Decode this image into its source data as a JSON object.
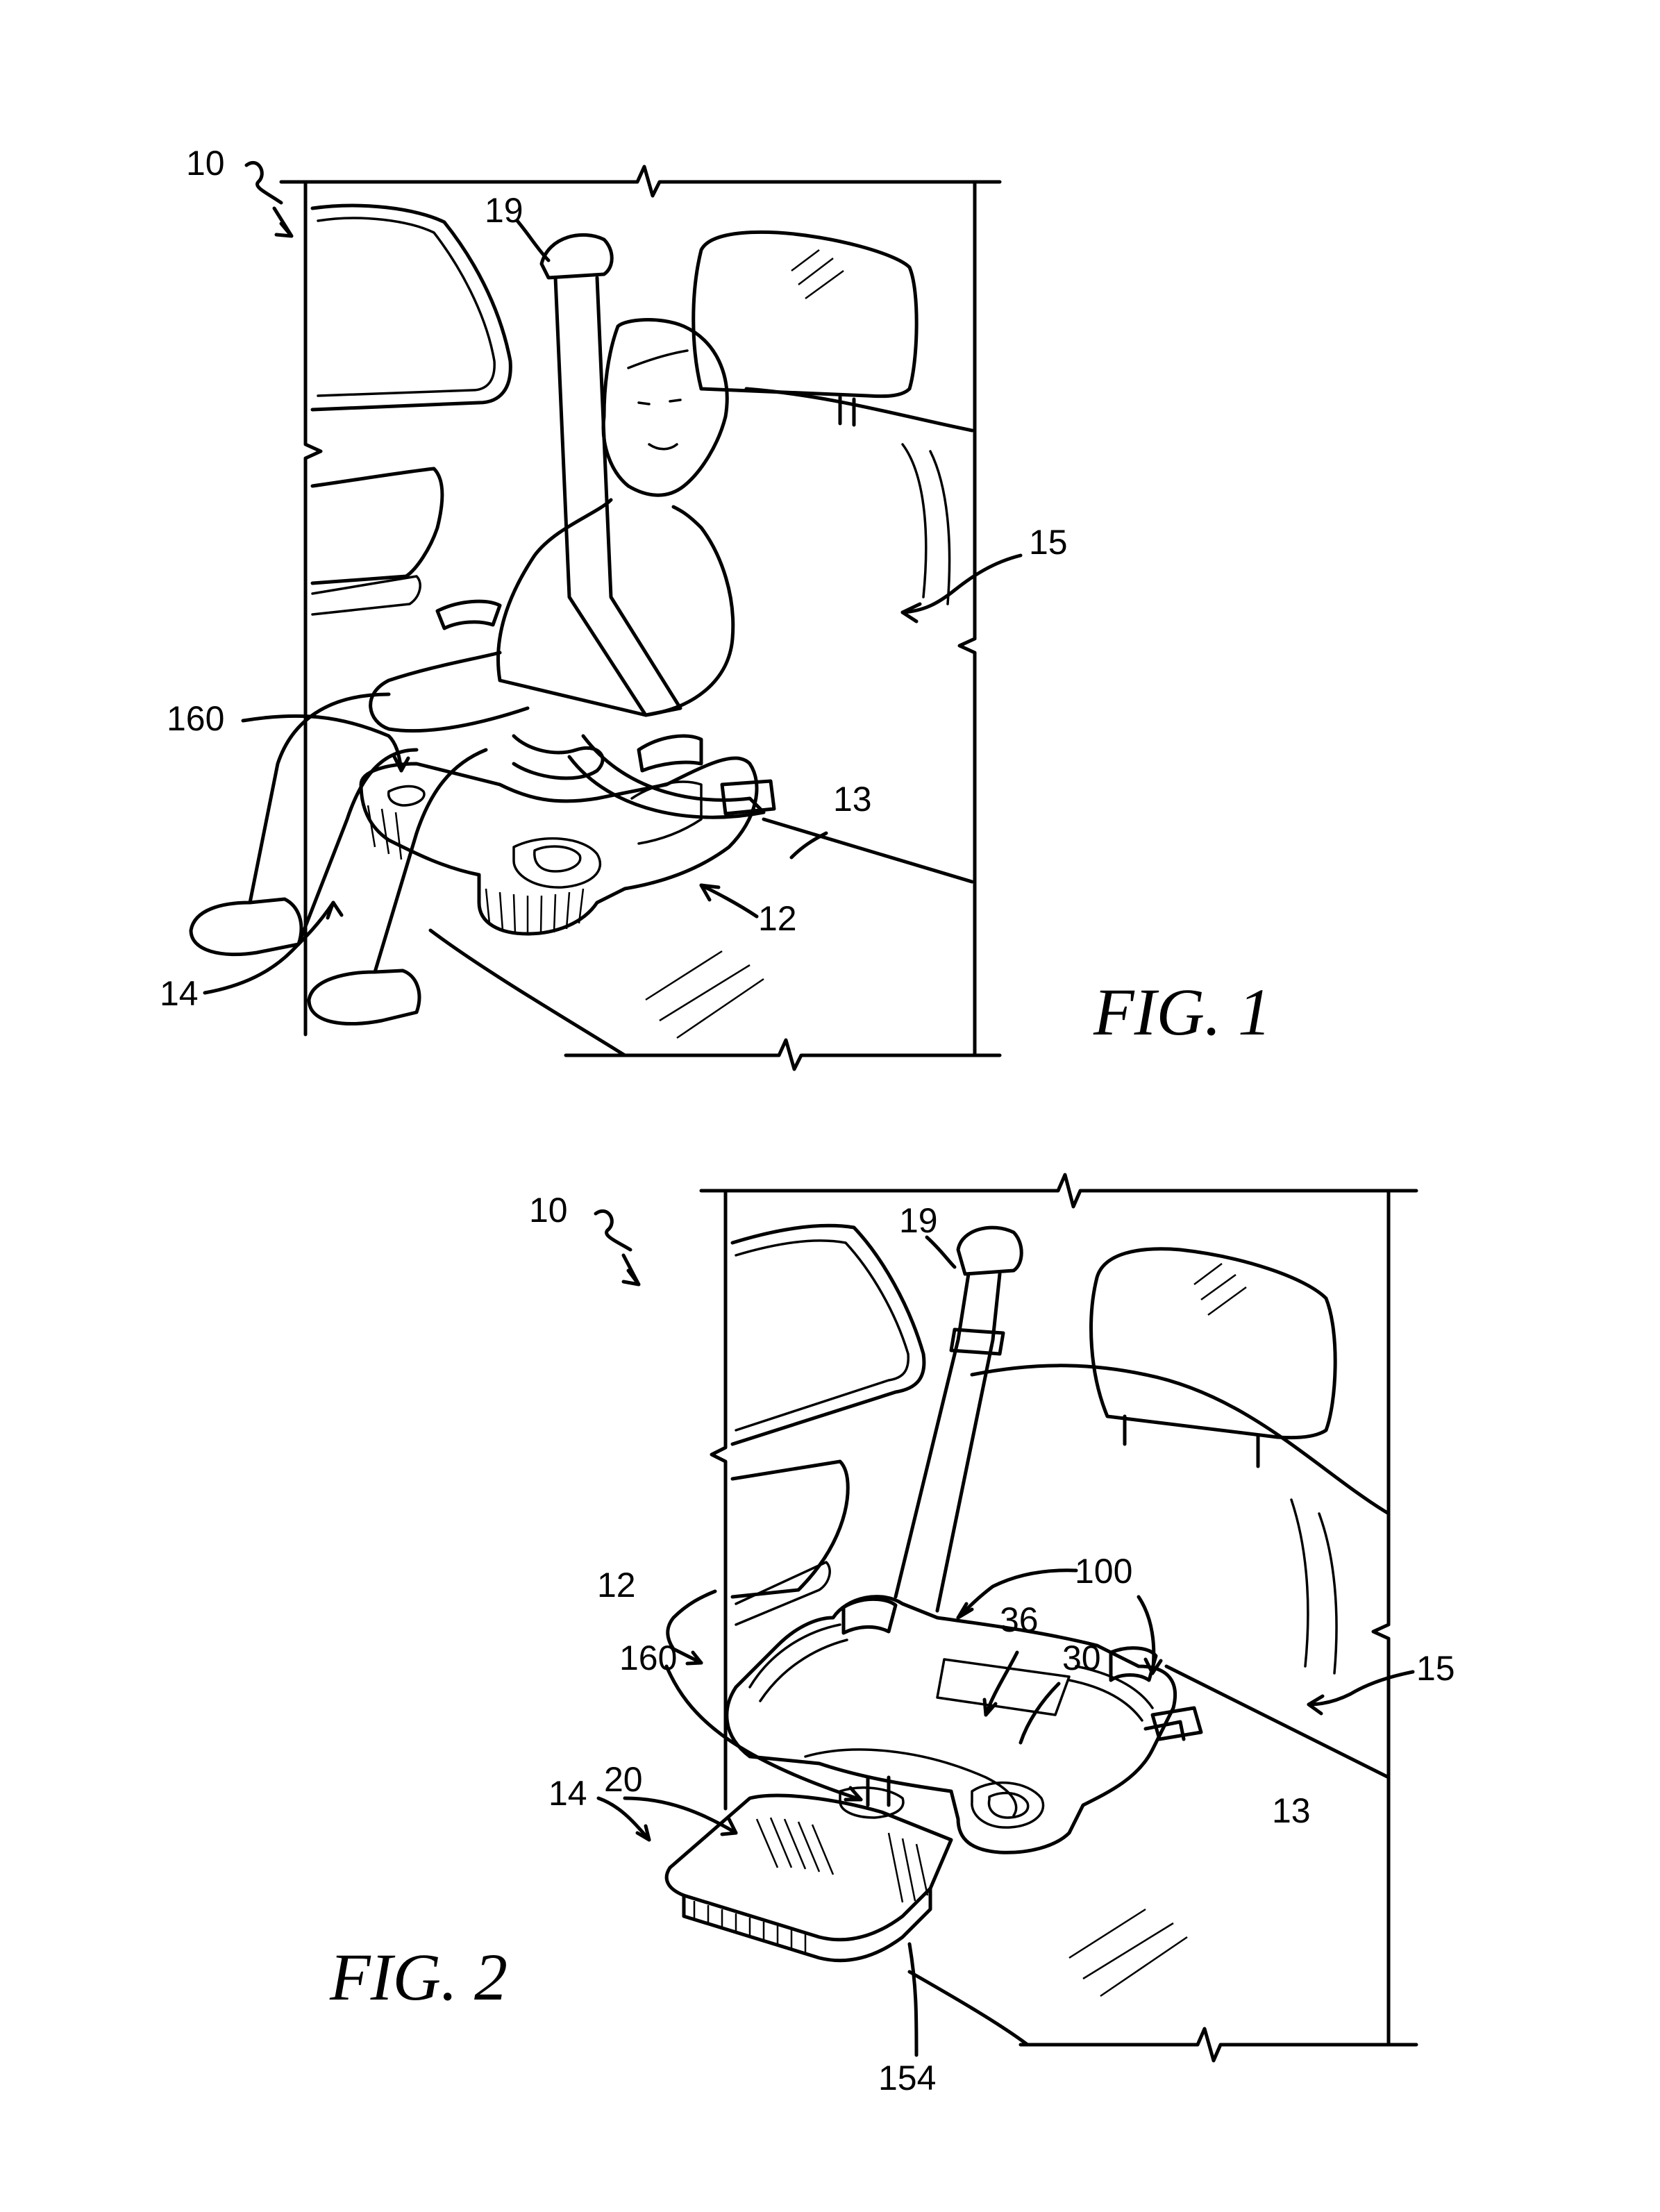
{
  "figure1": {
    "title": "FIG. 1",
    "refs": {
      "r10": "10",
      "r19": "19",
      "r15": "15",
      "r160": "160",
      "r13": "13",
      "r12": "12",
      "r14": "14"
    }
  },
  "figure2": {
    "title": "FIG. 2",
    "refs": {
      "r10": "10",
      "r19": "19",
      "r100": "100",
      "r12": "12",
      "r36": "36",
      "r30": "30",
      "r15": "15",
      "r160": "160",
      "r20": "20",
      "r14": "14",
      "r13": "13",
      "r154": "154"
    }
  }
}
